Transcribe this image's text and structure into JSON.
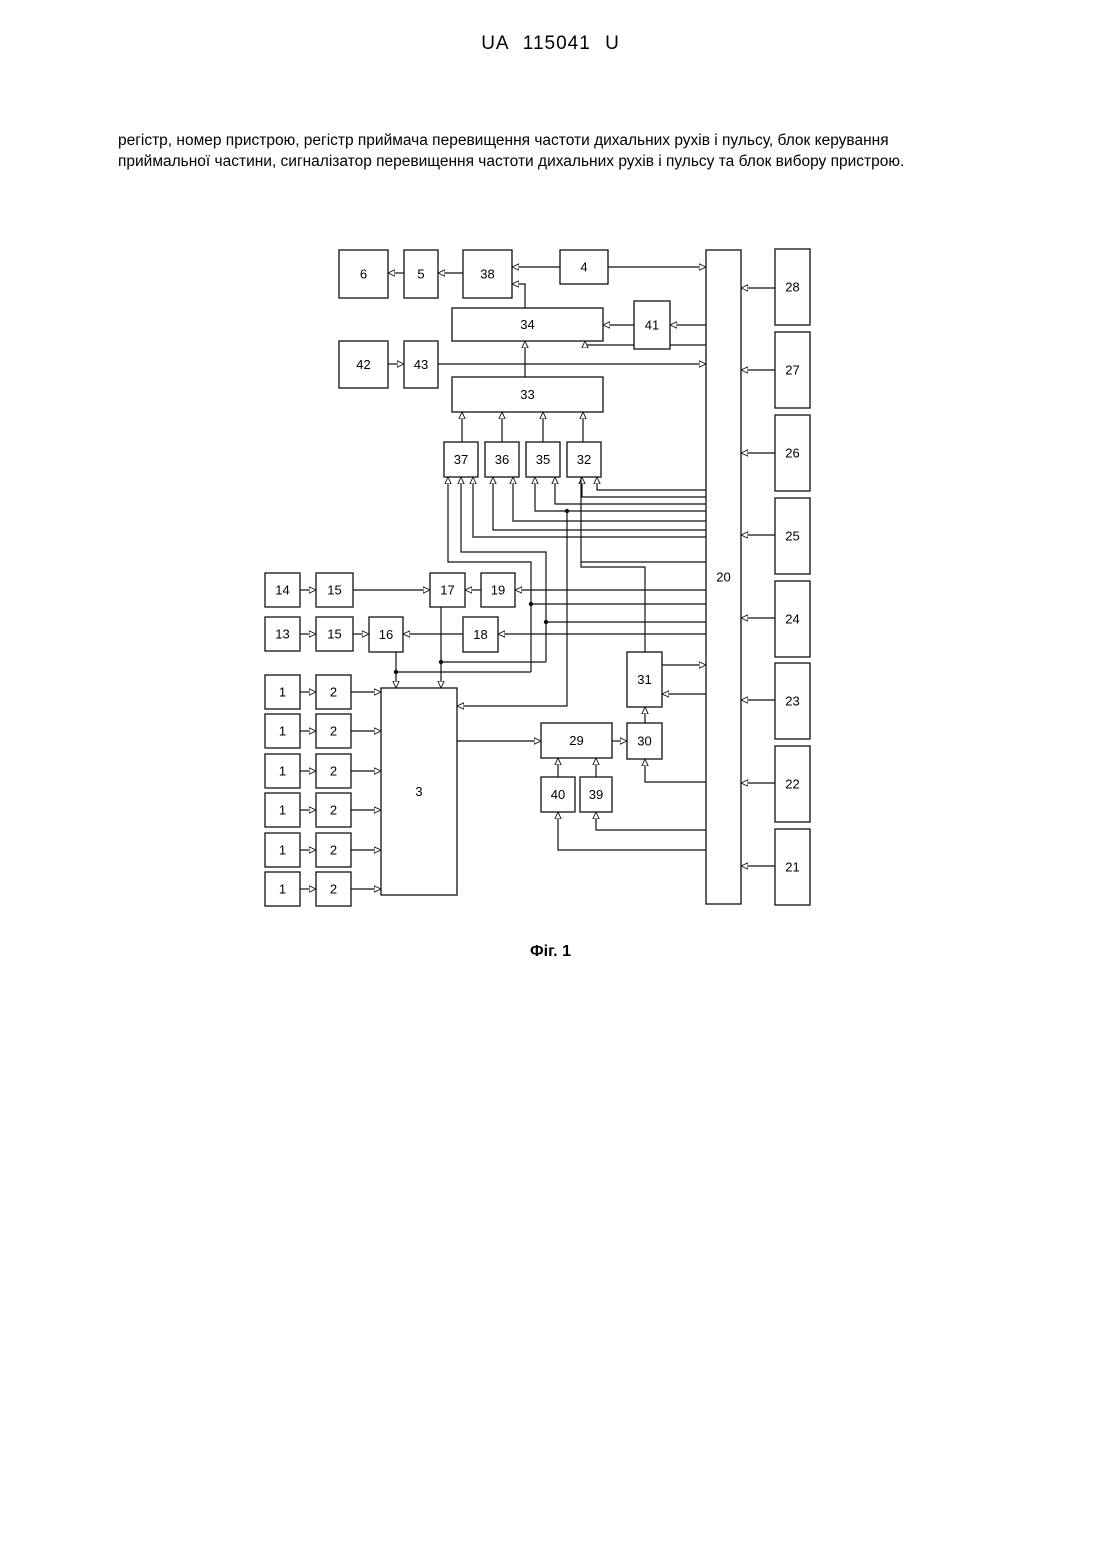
{
  "header": {
    "doc_number": "UA   115041   U"
  },
  "body_text": "регістр, номер пристрою, регістр приймача перевищення частоти дихальних рухів і пульсу, блок керування приймальної частини, сигналізатор перевищення частоти дихальних рухів і пульсу та блок вибору пристрою.",
  "figure": {
    "caption": "Фіг. 1",
    "block_labels": [
      "1",
      "2",
      "3",
      "4",
      "5",
      "6",
      "13",
      "14",
      "15",
      "16",
      "17",
      "18",
      "19",
      "20",
      "21",
      "22",
      "23",
      "24",
      "25",
      "26",
      "27",
      "28",
      "29",
      "30",
      "31",
      "32",
      "33",
      "34",
      "35",
      "36",
      "37",
      "38",
      "39",
      "40",
      "41",
      "42",
      "43"
    ]
  }
}
